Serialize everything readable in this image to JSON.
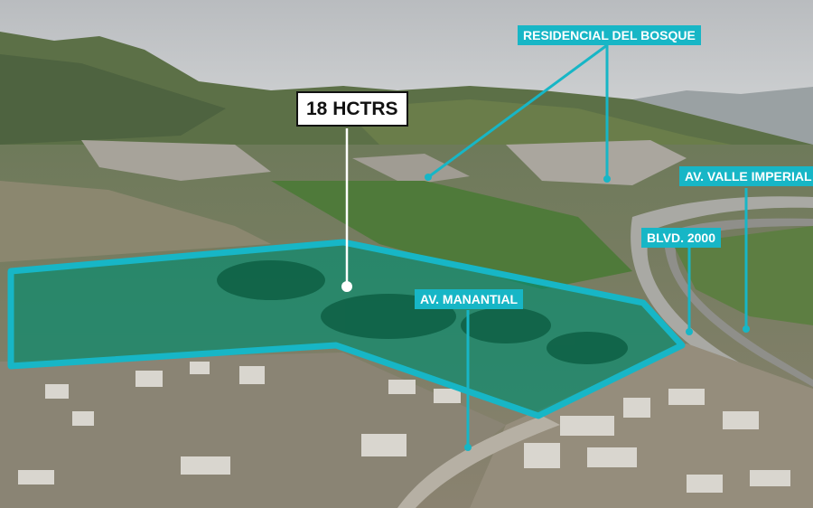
{
  "photo": {
    "description_icon": "aerial-photo",
    "accent_color": "#17b6c6",
    "area_fill_color": "#0b8a6e"
  },
  "labels": {
    "area": "18 HCTRS",
    "residencial": "RESIDENCIAL DEL BOSQUE",
    "valle_imperial": "AV. VALLE IMPERIAL",
    "blvd_2000": "BLVD. 2000",
    "manantial": "AV. MANANTIAL"
  }
}
